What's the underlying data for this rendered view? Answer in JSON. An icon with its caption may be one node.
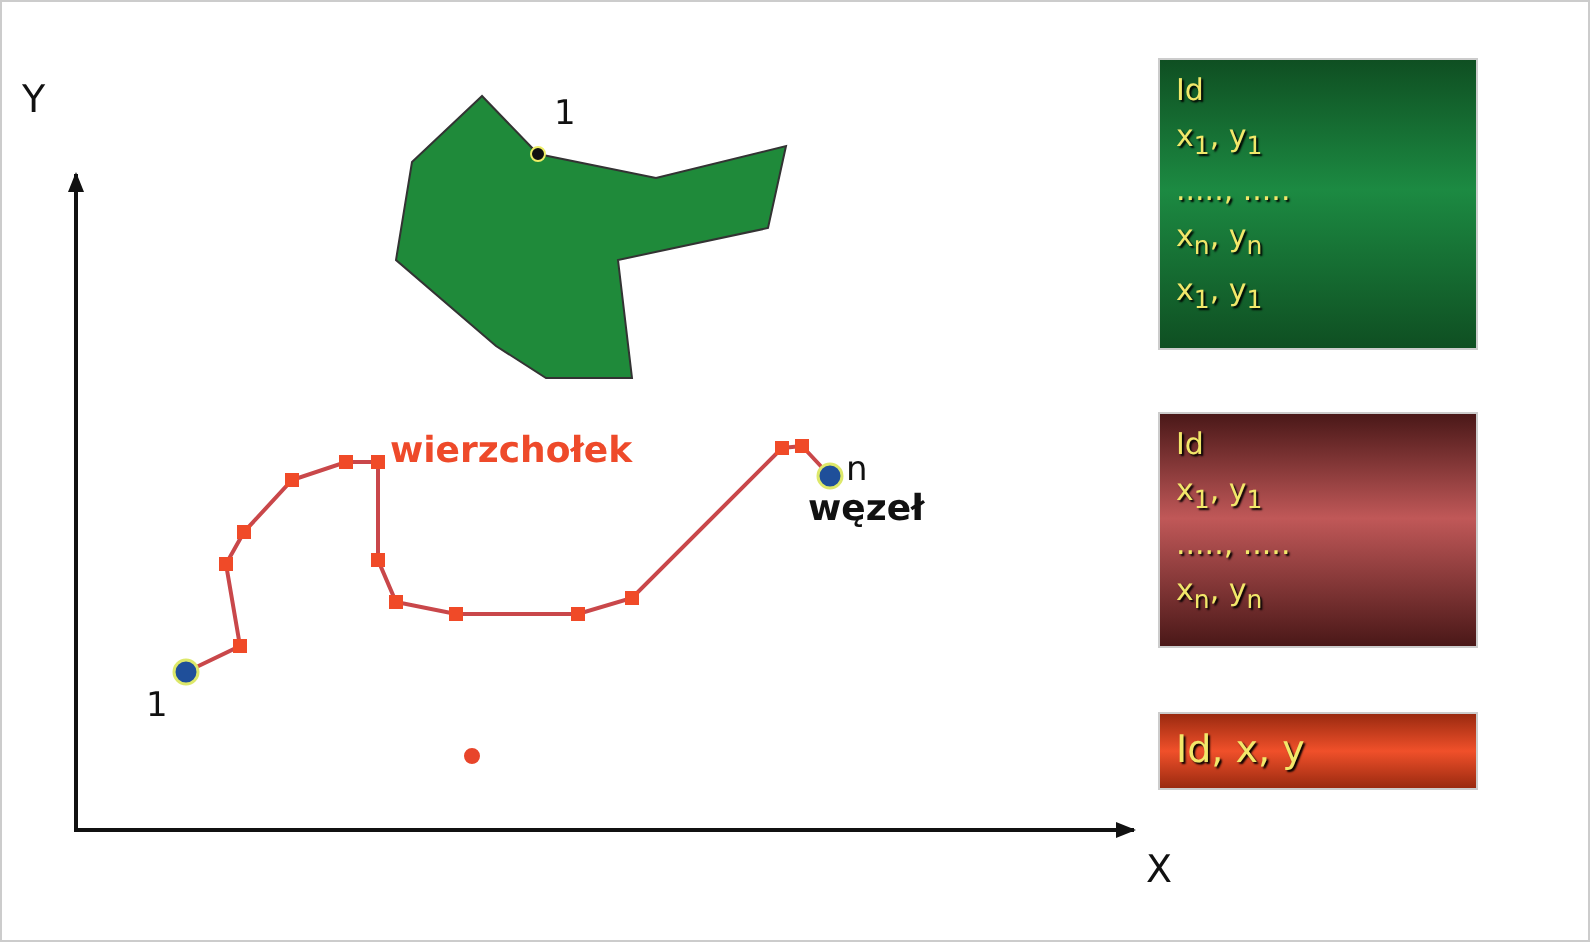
{
  "diagram": {
    "nodes": [
      {
        "text": [
          "Id",
          "x$_{1}$, y$_{1}$",
          "....., .....",
          "x$_{n}$, y$_{n}$",
          "x$_{1}$, y$_{1}$"
        ]
      },
      {
        "text": [
          "Id",
          "x$_{1}$, y$_{1}$",
          "....., .....",
          "x$_{n}$, y$_{n}$"
        ]
      },
      {
        "text": [
          "Id, x, y"
        ]
      }
    ],
    "edges": [],
    "labels": [
      "Y",
      "1",
      "wierzchołek",
      "n",
      "węzeł",
      "1",
      "X"
    ]
  }
}
